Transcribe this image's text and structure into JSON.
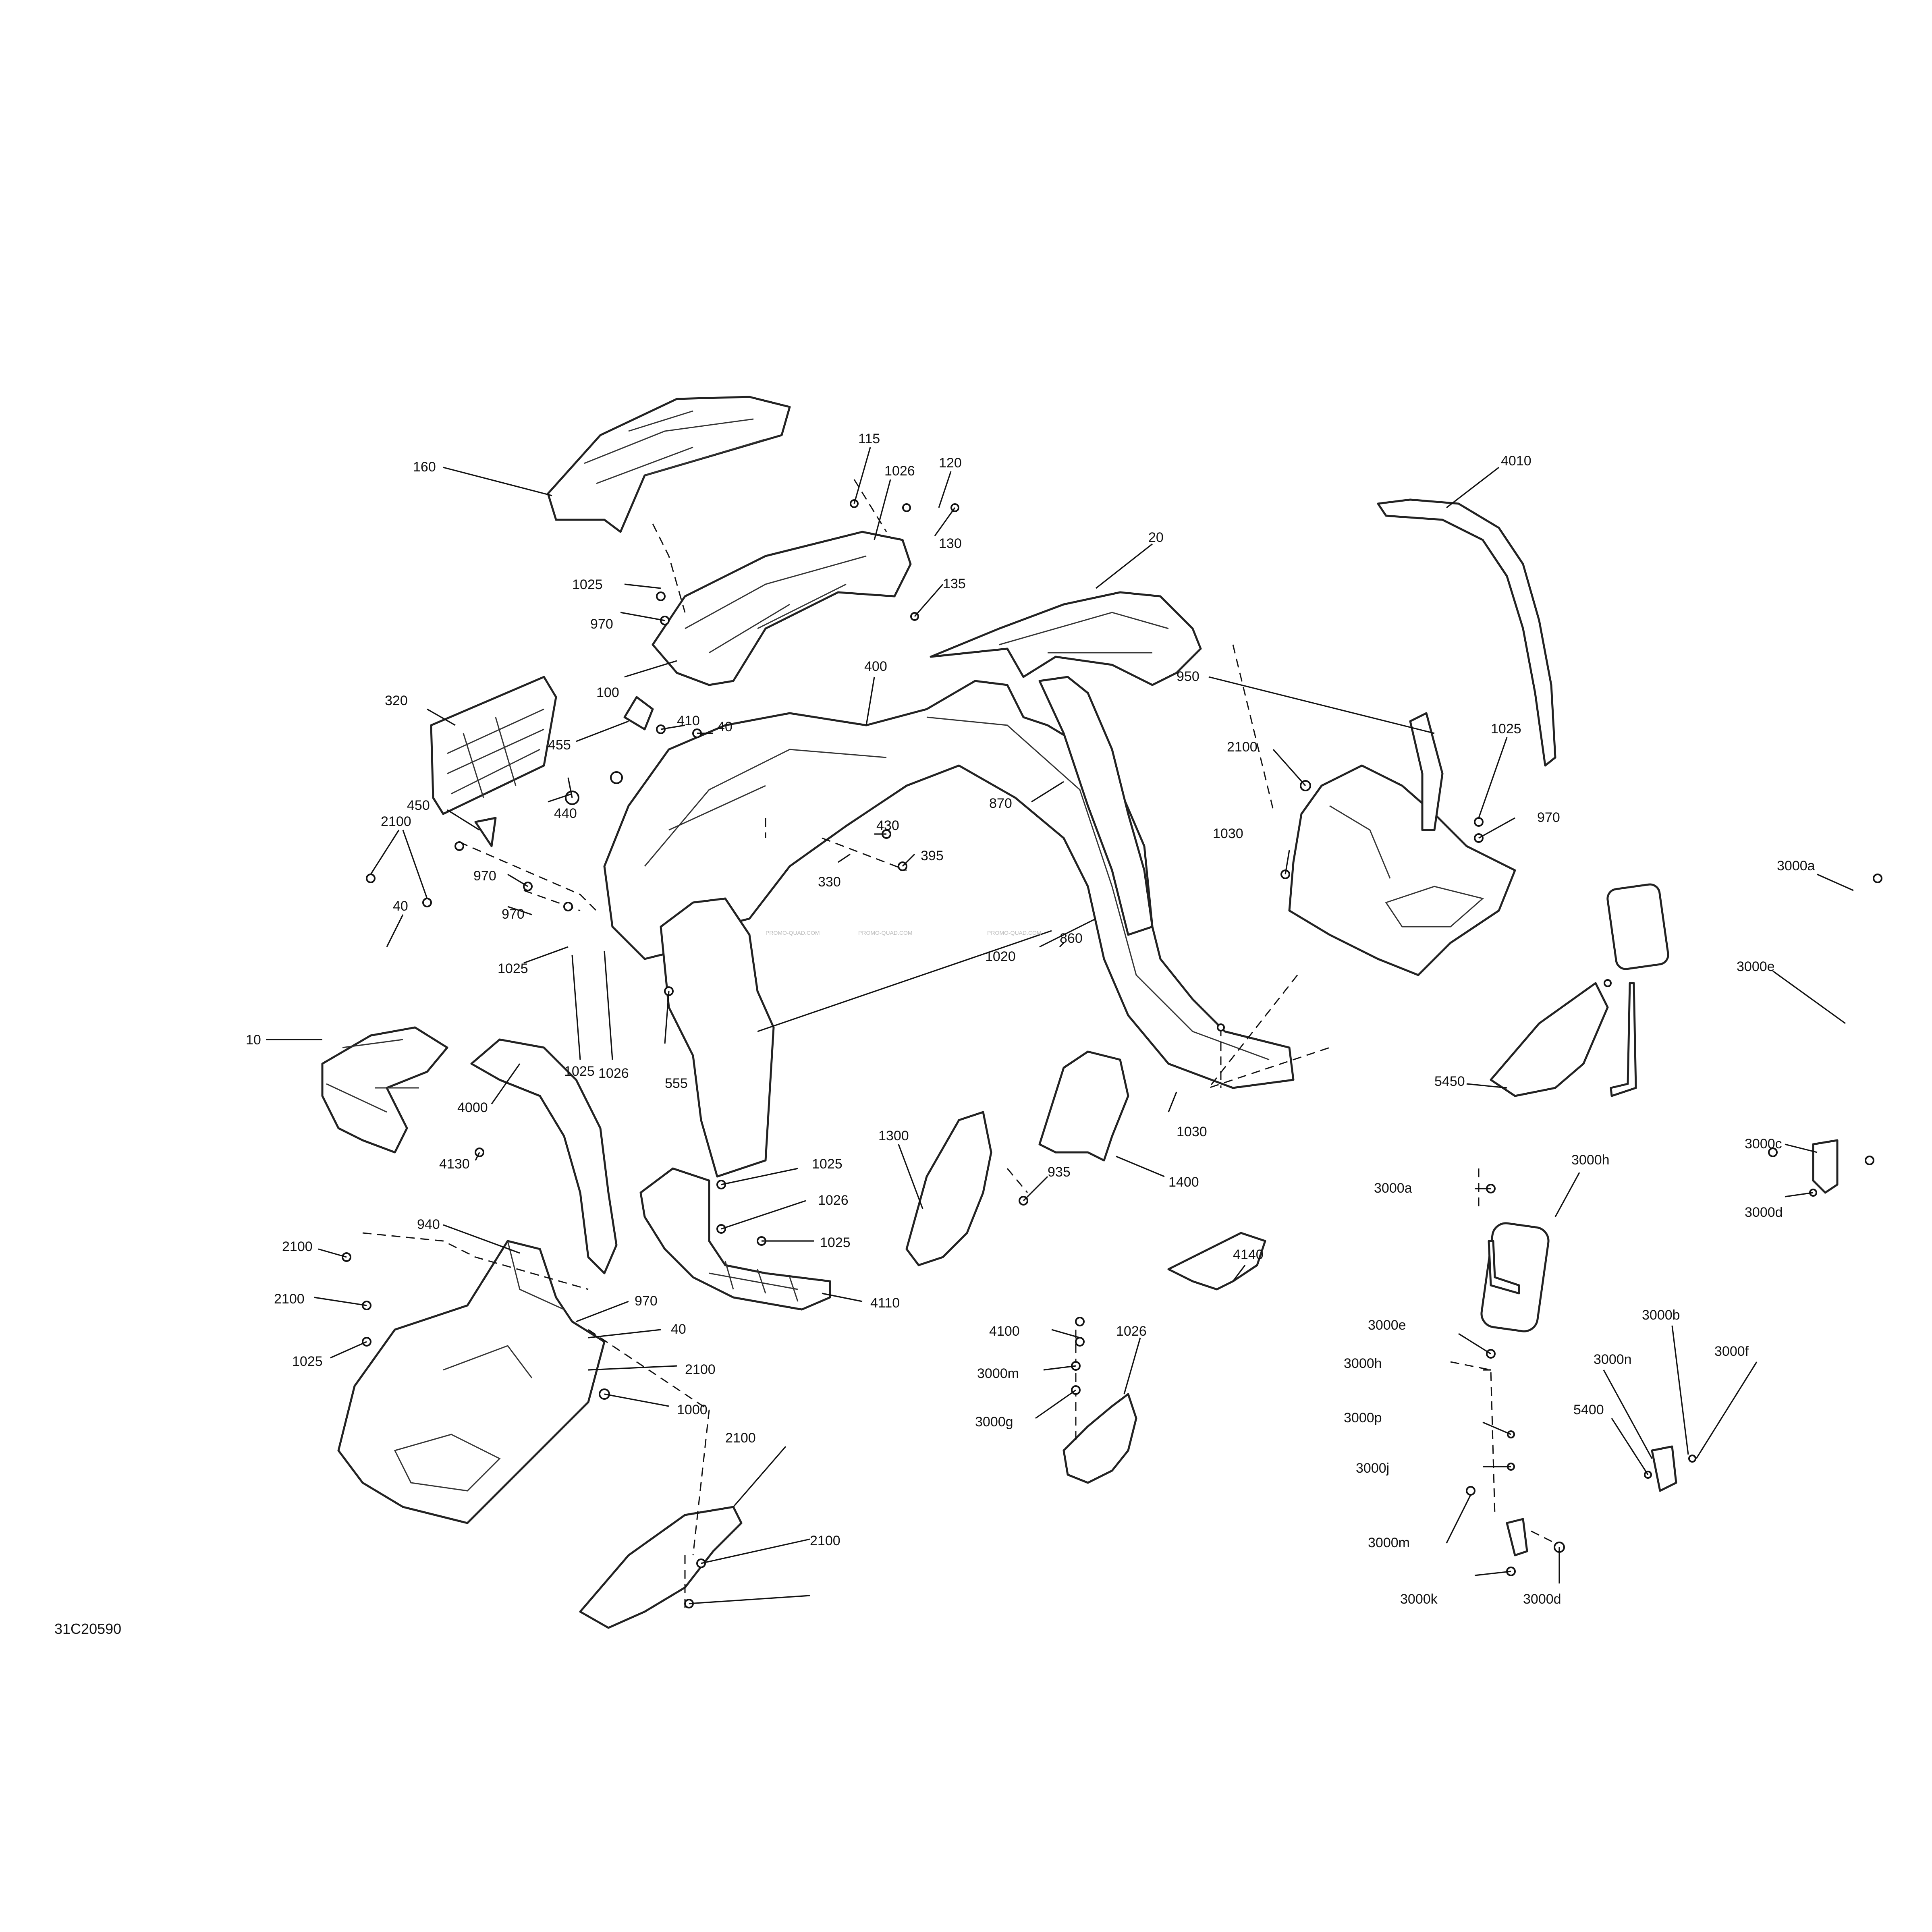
{
  "diagram": {
    "document_number": "31C20590",
    "watermark": "PROMO-QUAD.COM",
    "callouts": [
      "160",
      "115",
      "1026",
      "120",
      "130",
      "135",
      "1025",
      "970",
      "100",
      "20",
      "4010",
      "320",
      "455",
      "410",
      "40",
      "400",
      "950",
      "2100",
      "1025",
      "970",
      "450",
      "440",
      "430",
      "395",
      "870",
      "1030",
      "330",
      "2100",
      "40",
      "970",
      "970",
      "1025",
      "1020",
      "10",
      "1025",
      "1026",
      "555",
      "860",
      "4000",
      "5450",
      "4130",
      "1030",
      "1300",
      "935",
      "1400",
      "3000a",
      "3000e",
      "3000c",
      "3000d",
      "1025",
      "1026",
      "1025",
      "940",
      "2100",
      "2100",
      "1025",
      "970",
      "40",
      "2100",
      "1000",
      "4110",
      "4140",
      "4100",
      "1026",
      "3000m",
      "3000g",
      "3000a",
      "3000h",
      "3000e",
      "3000h",
      "3000p",
      "3000j",
      "3000m",
      "3000k",
      "3000d",
      "3000b",
      "3000n",
      "3000f",
      "5400",
      "2100",
      "2100"
    ]
  }
}
